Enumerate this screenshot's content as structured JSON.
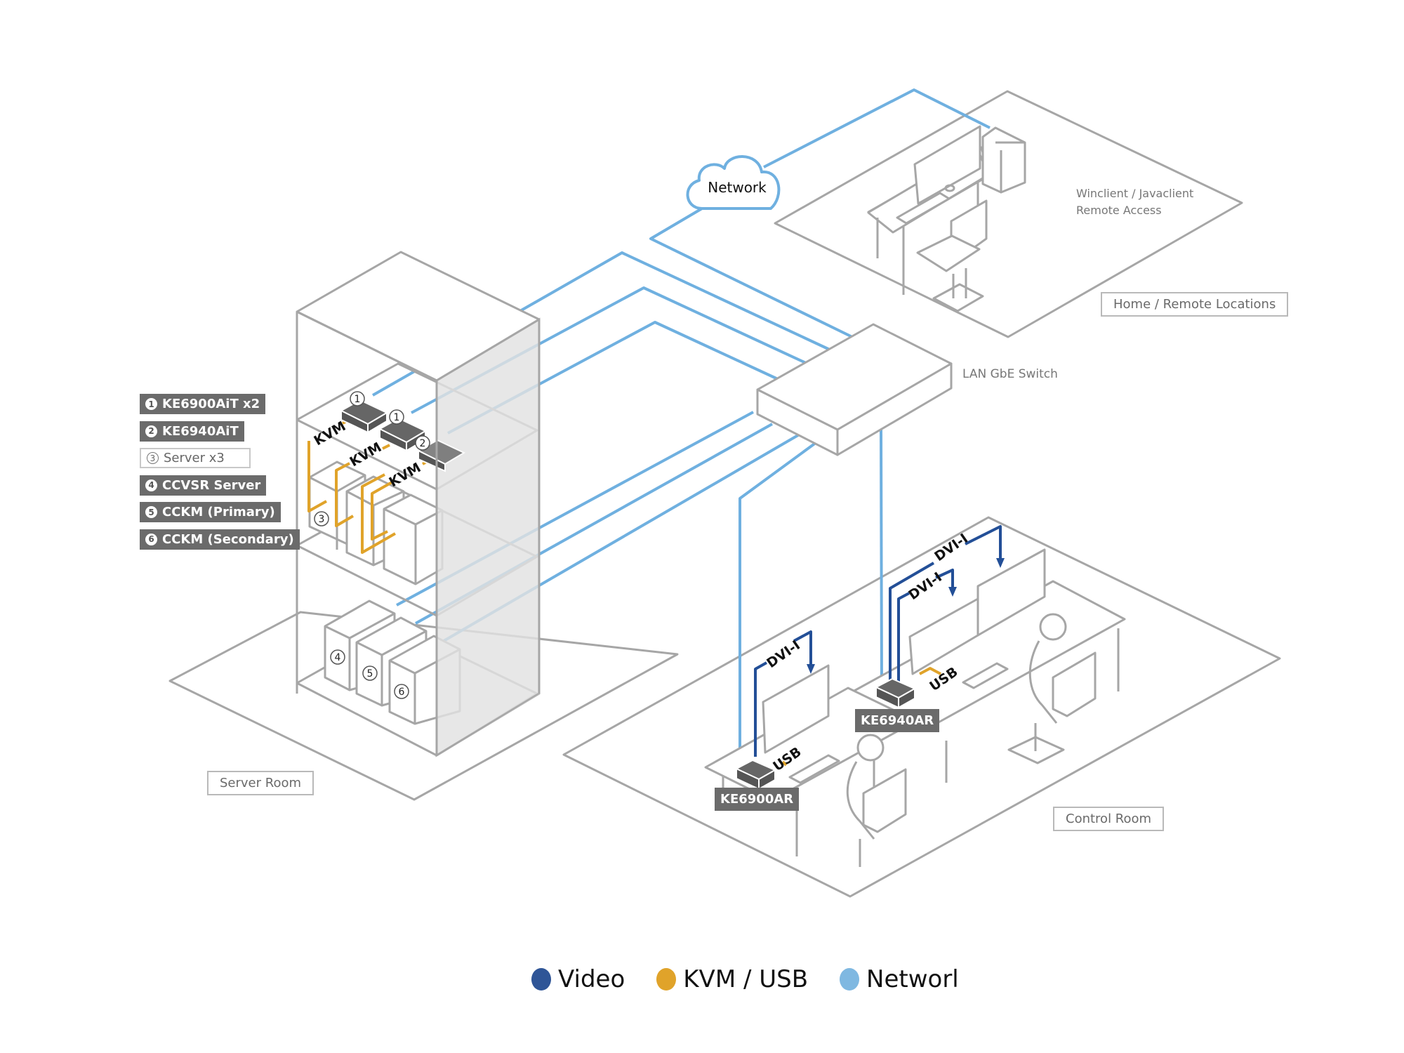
{
  "diagram": {
    "rooms": {
      "server_room": "Server Room",
      "control_room": "Control Room",
      "remote": "Home / Remote Locations"
    },
    "network_cloud": "Network",
    "switch_label": "LAN GbE Switch",
    "remote_note_line1": "Winclient / Javaclient",
    "remote_note_line2": "Remote Access",
    "components": [
      {
        "num": "1",
        "label": "KE6900AiT x2",
        "style": "filled"
      },
      {
        "num": "2",
        "label": "KE6940AiT",
        "style": "filled"
      },
      {
        "num": "3",
        "label": "Server x3",
        "style": "outline"
      },
      {
        "num": "4",
        "label": "CCVSR Server",
        "style": "filled"
      },
      {
        "num": "5",
        "label": "CCKM (Primary)",
        "style": "filled"
      },
      {
        "num": "6",
        "label": "CCKM (Secondary)",
        "style": "filled"
      }
    ],
    "rack_markers": [
      "1",
      "1",
      "2",
      "3",
      "4",
      "5",
      "6"
    ],
    "cable_labels": {
      "kvm": "KVM",
      "usb": "USB",
      "dvi": "DVI-I"
    },
    "receivers": {
      "left": "KE6900AR",
      "right": "KE6940AR"
    },
    "legend": [
      {
        "label": "Video",
        "color": "#2f5597"
      },
      {
        "label": "KVM / USB",
        "color": "#e0a32a"
      },
      {
        "label": "Networl",
        "color": "#7fb8e1"
      }
    ],
    "colors": {
      "network": "#6fb0e0",
      "kvm_usb": "#e0a32a",
      "video": "#234f97",
      "outline": "#a6a6a6",
      "device": "#666666"
    }
  }
}
